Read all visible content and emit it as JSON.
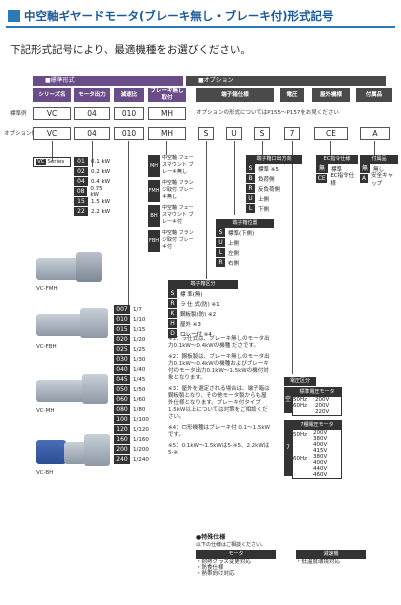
{
  "page": {
    "title": "中空軸ギヤードモータ(ブレーキ無し・ブレーキ付)形式記号",
    "subtitle": "下記形式記号により、最適機種をお選びください。"
  },
  "bars": {
    "standard": "■標準形式",
    "option": "■オプション"
  },
  "columns": {
    "series": "シリーズ名",
    "output": "モータ出力",
    "ratio": "減速比",
    "brake": "ブレーキ無し取付",
    "terminal": "端子箱仕様",
    "voltage": "電圧",
    "outdoor": "屋外機様",
    "accessory": "付属品"
  },
  "example_label": "標準例",
  "option_example_label": "オプション例",
  "example": {
    "series": "VC",
    "output": "04",
    "ratio": "010",
    "brake": "MH"
  },
  "example_note": "オプションの形式についてはP155〜P157をお見ください",
  "option_example": {
    "series": "VC",
    "output": "04",
    "ratio": "010",
    "brake": "MH",
    "o1": "S",
    "o2": "U",
    "o3": "S",
    "o4": "7",
    "o5": "CE",
    "o6": "A"
  },
  "series_label": "VC Series",
  "outputs": [
    {
      "code": "01",
      "val": "0.1 kW"
    },
    {
      "code": "02",
      "val": "0.2 kW"
    },
    {
      "code": "04",
      "val": "0.4 kW"
    },
    {
      "code": "08",
      "val": "0.75 kW"
    },
    {
      "code": "15",
      "val": "1.5 kW"
    },
    {
      "code": "22",
      "val": "2.2 kW"
    }
  ],
  "mounts": [
    {
      "code": "MH",
      "text": "中空軸 フェースマウント ブレーキ無し"
    },
    {
      "code": "FMH",
      "text": "中空軸 フランジ取付 ブレーキ無し"
    },
    {
      "code": "BH",
      "text": "中空軸 フェースマウント ブレーキ付"
    },
    {
      "code": "FBH",
      "text": "中空軸 フランジ取付 ブレーキ付"
    }
  ],
  "terminal_title": "端子箱口出方向",
  "terminal_opts": [
    {
      "code": "S",
      "text": "標準 ※5"
    },
    {
      "code": "B",
      "text": "負荷側"
    },
    {
      "code": "R",
      "text": "反負荷側"
    },
    {
      "code": "U",
      "text": "上側"
    },
    {
      "code": "L",
      "text": "下側"
    }
  ],
  "terminal_pos_title": "端子箱位置",
  "terminal_pos": [
    {
      "code": "S",
      "text": "標準(下側)"
    },
    {
      "code": "U",
      "text": "上側"
    },
    {
      "code": "L",
      "text": "左側"
    },
    {
      "code": "R",
      "text": "右側"
    }
  ],
  "ce_title": "EC指令仕様",
  "ce_opts": [
    {
      "code": "無",
      "text": "標準"
    },
    {
      "code": "CE",
      "text": "EC指令仕様"
    }
  ],
  "acc_title": "付属品",
  "acc_opts": [
    {
      "code": "無",
      "text": "無し"
    },
    {
      "code": "A",
      "text": "安全キャップ"
    }
  ],
  "ratios": [
    {
      "code": "007",
      "val": "1/7"
    },
    {
      "code": "010",
      "val": "1/10"
    },
    {
      "code": "015",
      "val": "1/15"
    },
    {
      "code": "020",
      "val": "1/20"
    },
    {
      "code": "025",
      "val": "1/25"
    },
    {
      "code": "030",
      "val": "1/30"
    },
    {
      "code": "040",
      "val": "1/40"
    },
    {
      "code": "045",
      "val": "1/45"
    },
    {
      "code": "050",
      "val": "1/50"
    },
    {
      "code": "060",
      "val": "1/60"
    },
    {
      "code": "080",
      "val": "1/80"
    },
    {
      "code": "100",
      "val": "1/100"
    },
    {
      "code": "120",
      "val": "1/120"
    },
    {
      "code": "160",
      "val": "1/160"
    },
    {
      "code": "200",
      "val": "1/200"
    },
    {
      "code": "240",
      "val": "1/240"
    }
  ],
  "motor_labels": [
    "VC-FMH",
    "VC-FBH",
    "VC-MH",
    "VC-BH"
  ],
  "terminal_type_title": "端子箱区分",
  "terminal_types": [
    {
      "code": "S",
      "text": "標 準(無) "
    },
    {
      "code": "R",
      "text": "ラ 仕 式(防)   ※1"
    },
    {
      "code": "K",
      "text": "鋼板製(防)  ※2"
    },
    {
      "code": "H",
      "text": "屋外       ※3"
    },
    {
      "code": "D",
      "text": "ロレー付    ※4"
    }
  ],
  "notes": [
    "※1：ラ仕式は、ブレーキ無しのモータ出力0.1kW〜0.4kWの機種 ださです。",
    "※2：鋼板製は、ブレーキ無しのモータ出力0.1kW〜0.4kWの機種およびブレーキ付のモータ出力0.1kW〜1.5kWの機付対象となります。",
    "※3：屋外を選定される場合は、端子箱は鋼板製となり、その他モータ製からも屋外仕様となります。ブレーキ付タイプ1.5kW以上については対策をご相談ください。",
    "※4：ロ形機種はブレーキ付 0.1〜1.5kWです。",
    "※5：0.1kW〜1.5kWは5-※5、2.2kWは5-※"
  ],
  "voltage_title": "電圧区分",
  "std_voltage_title": "標準電圧モータ",
  "std_voltage": [
    {
      "hz": "50Hz",
      "v": "200V"
    },
    {
      "hz": "60Hz",
      "v": "200V"
    },
    {
      "hz": "",
      "v": "220V"
    }
  ],
  "v7_title": "7種電圧モータ",
  "v7_50": [
    "200V",
    "380V",
    "400V",
    "415V"
  ],
  "v7_60": [
    "380V",
    "400V",
    "440V",
    "460V"
  ],
  "special_title": "●特殊仕様",
  "special_note": "以下の仕様はご相談ください。",
  "special_motor_title": "モータ",
  "special_motor": [
    "・耐熱クラス変更対応",
    "・防食仕様",
    "・熱帯向け対応"
  ],
  "special_reducer_title": "減速機",
  "special_reducer": [
    "・低温度環境対応"
  ],
  "colors": {
    "purple": "#6a4d88",
    "dark": "#4a4a4a",
    "accent": "#2a7ab8"
  }
}
